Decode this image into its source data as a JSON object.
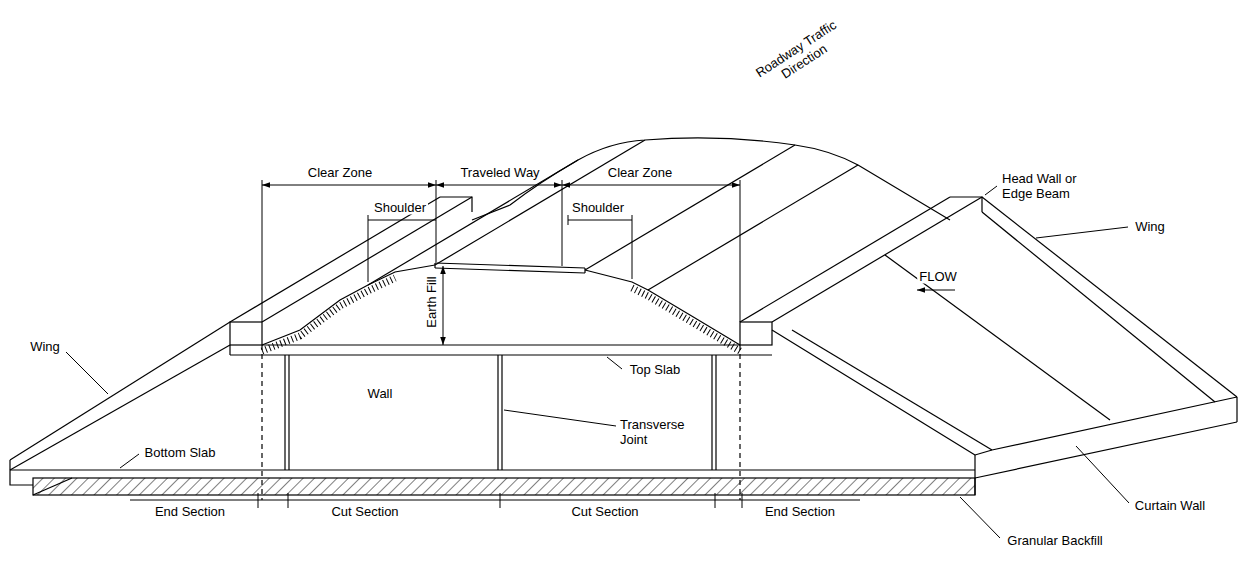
{
  "diagram": {
    "labels": [
      "Roadway Traffic Direction",
      "Clear Zone",
      "Traveled Way",
      "Clear Zone",
      "Shoulder",
      "Shoulder",
      "Earth Fill",
      "Head Wall or Edge Beam",
      "Wing",
      "FLOW",
      "Wing",
      "Wall",
      "Top Slab",
      "Transverse Joint",
      "Bottom Slab",
      "Curtain Wall",
      "End Section",
      "Cut Section",
      "Cut Section",
      "End Section",
      "Granular Backfill"
    ]
  }
}
